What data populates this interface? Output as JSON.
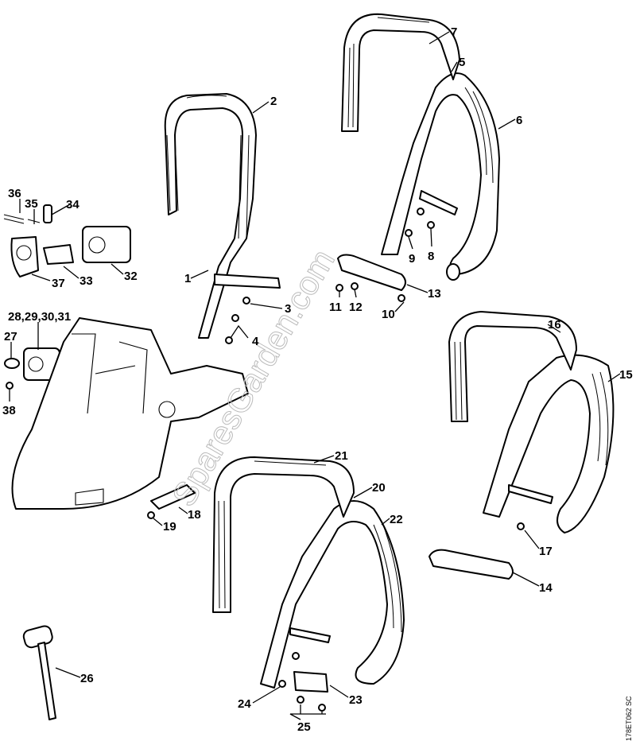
{
  "diagram": {
    "labels": {
      "l1": "1",
      "l2": "2",
      "l3": "3",
      "l4": "4",
      "l5": "5",
      "l6": "6",
      "l7": "7",
      "l8": "8",
      "l9": "9",
      "l10": "10",
      "l11": "11",
      "l12": "12",
      "l13": "13",
      "l14": "14",
      "l15": "15",
      "l16": "16",
      "l17": "17",
      "l18": "18",
      "l19": "19",
      "l20": "20",
      "l21": "21",
      "l22": "22",
      "l23": "23",
      "l24": "24",
      "l25": "25",
      "l26": "26",
      "l27": "27",
      "l28": "28,29,30,31",
      "l32": "32",
      "l33": "33",
      "l34": "34",
      "l35": "35",
      "l36": "36",
      "l37": "37",
      "l38": "38"
    },
    "watermark": "SparesGarden.com",
    "drawing_code": "178ET062 SC"
  }
}
